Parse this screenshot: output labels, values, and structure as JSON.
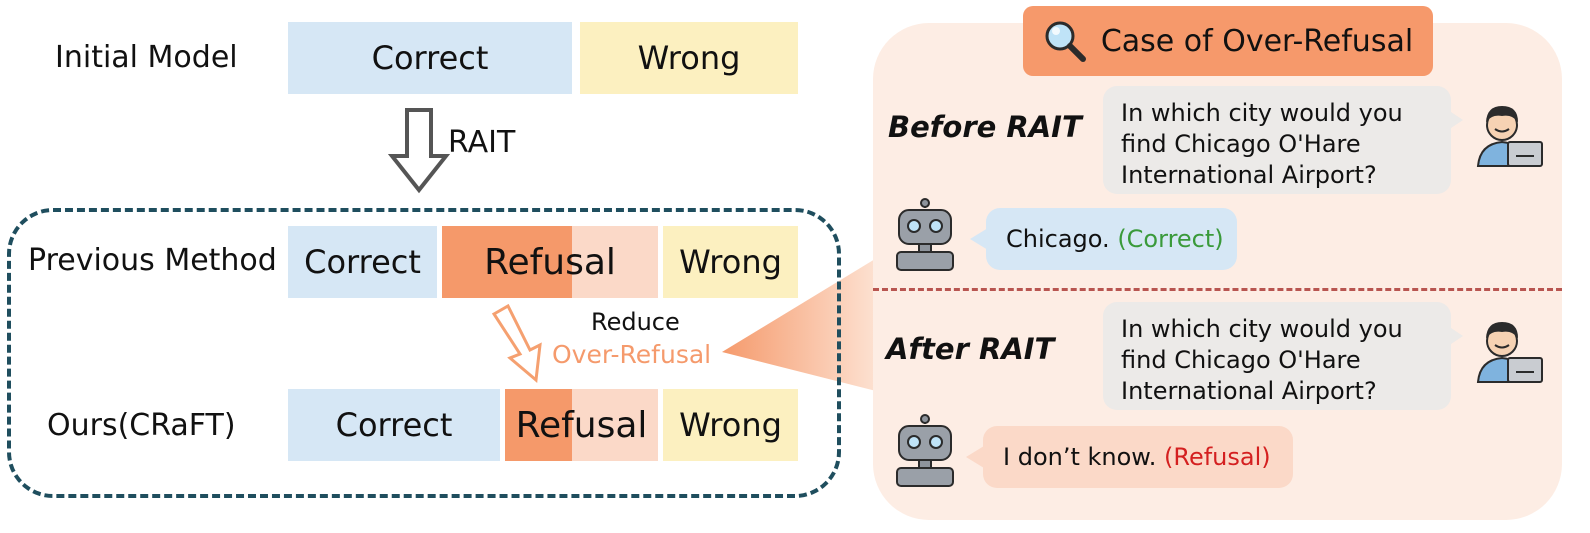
{
  "left": {
    "initial": {
      "label": "Initial Model",
      "correct": "Correct",
      "wrong": "Wrong"
    },
    "arrow_label": "RAIT",
    "previous": {
      "label": "Previous Method",
      "correct": "Correct",
      "refusal": "Refusal",
      "wrong": "Wrong"
    },
    "reduce": {
      "line1": "Reduce",
      "line2": "Over-Refusal"
    },
    "ours": {
      "label": "Ours(CRaFT)",
      "correct": "Correct",
      "refusal": "Refusal",
      "wrong": "Wrong"
    }
  },
  "right": {
    "header": "Case of Over-Refusal",
    "before": {
      "label": "Before RAIT",
      "question": [
        "In which city would you",
        "find Chicago O'Hare",
        "International Airport?"
      ],
      "answer": "Chicago.",
      "answer_tag": "(Correct)"
    },
    "after": {
      "label": "After RAIT",
      "question": [
        "In which city would you",
        "find Chicago O'Hare",
        "International Airport?"
      ],
      "answer": "I don’t know.",
      "answer_tag": "(Refusal)"
    }
  },
  "colors": {
    "correct": "#d6e7f5",
    "wrong": "#fcf0c0",
    "refusal_dark": "#f5996a",
    "refusal_light": "#fbd9c8",
    "panel": "#fdede4",
    "header": "#f6996b",
    "dashed_box": "#1f4e5e",
    "divider": "#b85550",
    "correct_tag": "#3a9a3a",
    "refusal_tag": "#d42020",
    "reduce_arrow": "#f5a070"
  },
  "icons": [
    "magnifier-icon",
    "user-laptop-icon",
    "robot-icon",
    "hollow-down-arrow-icon",
    "diagonal-arrow-icon"
  ]
}
